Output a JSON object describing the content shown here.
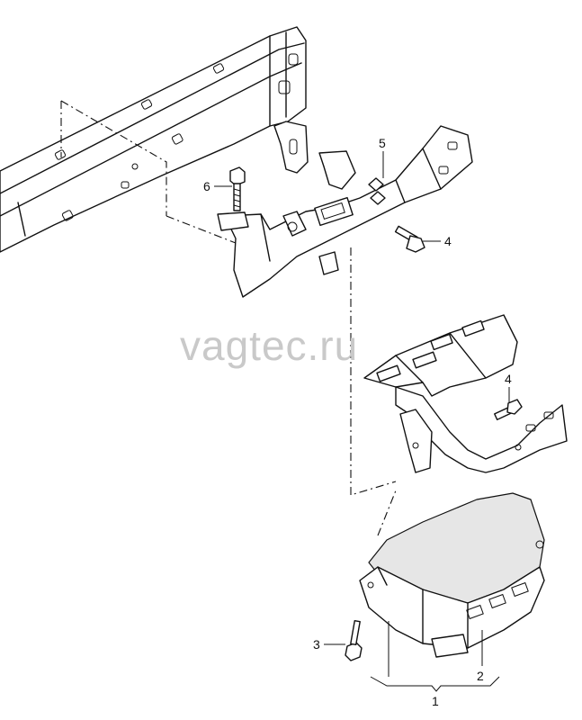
{
  "watermark": "vagtec.ru",
  "callouts": {
    "c1": "1",
    "c2": "2",
    "c3": "3",
    "c4a": "4",
    "c4b": "4",
    "c5": "5",
    "c6": "6"
  }
}
